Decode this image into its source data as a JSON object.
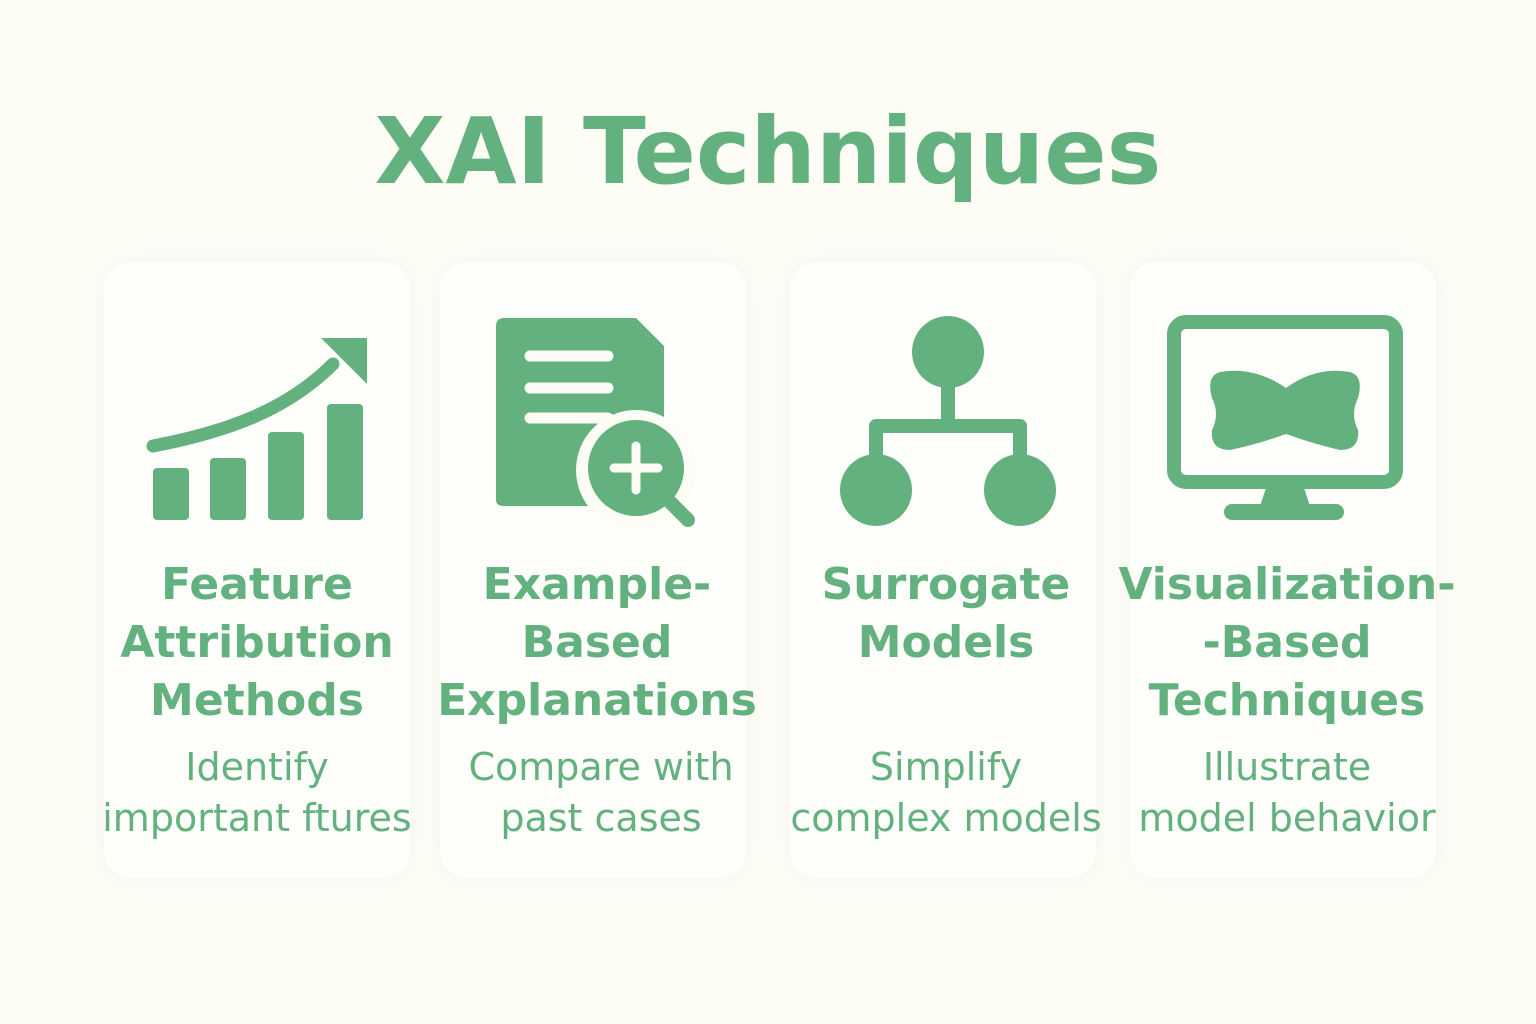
{
  "title": "XAI Techniques",
  "colors": {
    "accent": "#62b17f",
    "background": "#fdfdf6",
    "card": "#fefefa"
  },
  "cards": [
    {
      "icon": "bar-chart-trend-icon",
      "title_lines": [
        "Feature",
        "Attribution",
        "Methods"
      ],
      "desc_lines": [
        "Identify",
        "important ftures"
      ]
    },
    {
      "icon": "document-search-icon",
      "title_lines": [
        "Example-",
        "Based",
        "Explanations"
      ],
      "desc_lines": [
        "Compare with",
        "past cases"
      ]
    },
    {
      "icon": "hierarchy-tree-icon",
      "title_lines": [
        "Surrogate",
        "Models"
      ],
      "desc_lines": [
        "Simplify",
        "complex models"
      ]
    },
    {
      "icon": "monitor-visualization-icon",
      "title_lines": [
        "Visualization-",
        "-Based",
        "Techniques"
      ],
      "desc_lines": [
        "Illustrate",
        "model behavior"
      ]
    }
  ]
}
